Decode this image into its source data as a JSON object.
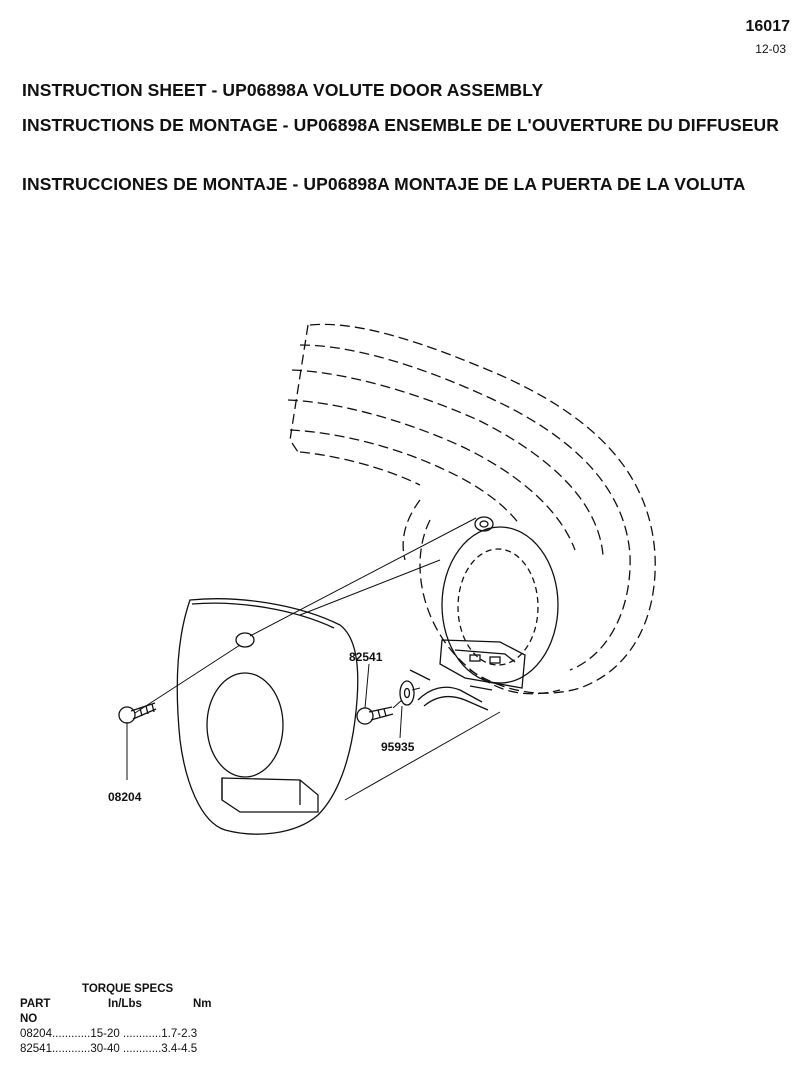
{
  "header": {
    "doc_number": "16017",
    "date": "12-03"
  },
  "titles": [
    "INSTRUCTION SHEET - UP06898A VOLUTE DOOR ASSEMBLY",
    "INSTRUCTIONS DE MONTAGE - UP06898A ENSEMBLE DE L'OUVERTURE DU DIFFUSEUR",
    "INSTRUCCIONES DE MONTAJE - UP06898A MONTAJE DE LA PUERTA DE LA VOLUTA"
  ],
  "callouts": {
    "bolt_left": "08204",
    "bolt_right": "82541",
    "washer": "95935"
  },
  "torque": {
    "caption": "TORQUE SPECS",
    "col_part": "PART",
    "col_part_2": "NO",
    "col_inlbs": "In/Lbs",
    "col_nm": "Nm",
    "rows": [
      {
        "part": "08204............",
        "inlbs": "15-20 ............",
        "nm": "1.7-2.3"
      },
      {
        "part": "82541............",
        "inlbs": "30-40 ............",
        "nm": "3.4-4.5"
      }
    ]
  }
}
